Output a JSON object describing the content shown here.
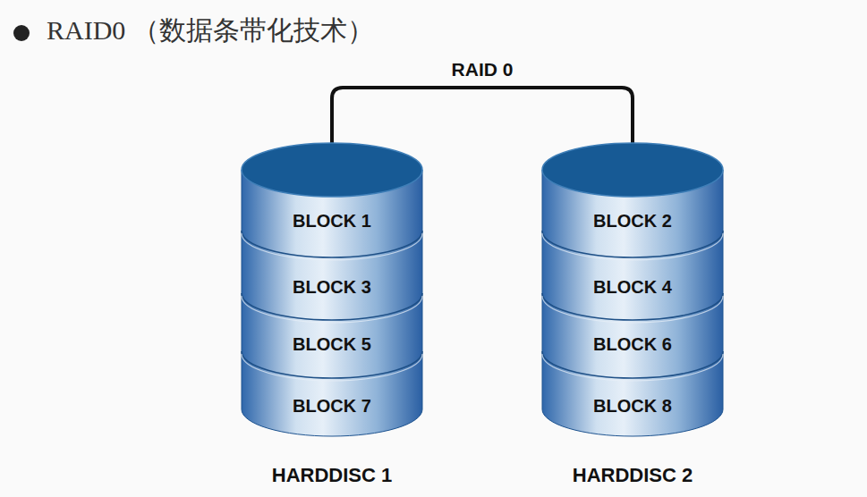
{
  "diagram": {
    "title": "RAID0 （数据条带化技术）",
    "nodes": [
      {
        "text": [
          "HARDDISC 1"
        ]
      },
      {
        "text": [
          "BLOCK 1"
        ],
        "in": 0
      },
      {
        "text": [
          "BLOCK 3"
        ],
        "in": 0
      },
      {
        "text": [
          "BLOCK 5"
        ],
        "in": 0
      },
      {
        "text": [
          "BLOCK 7"
        ],
        "in": 0
      },
      {
        "text": [
          "HARDDISC 2"
        ]
      },
      {
        "text": [
          "BLOCK 2"
        ],
        "in": 5
      },
      {
        "text": [
          "BLOCK 4"
        ],
        "in": 5
      },
      {
        "text": [
          "BLOCK 6"
        ],
        "in": 5
      },
      {
        "text": [
          "BLOCK 8"
        ],
        "in": 5
      }
    ],
    "edges": [
      {
        "from": 0,
        "to": 5,
        "label": "RAID 0",
        "arrow": "none"
      }
    ]
  }
}
